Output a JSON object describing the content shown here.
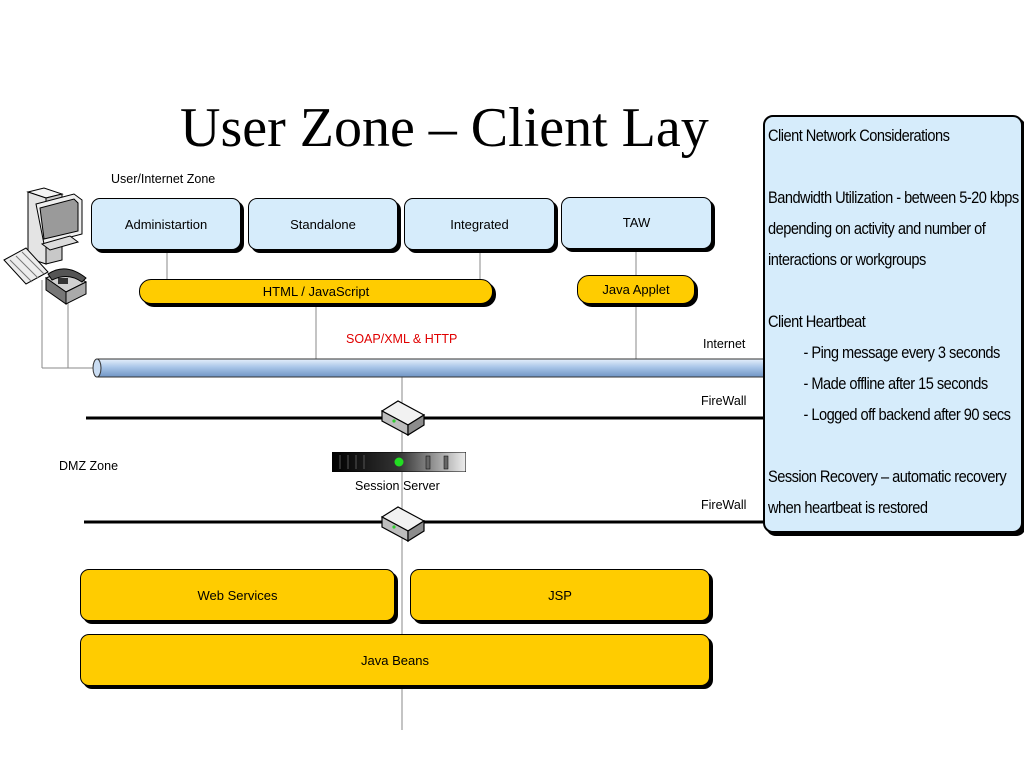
{
  "title": "User Zone – Client Lay",
  "zones": {
    "user": "User/Internet Zone",
    "dmz": "DMZ Zone"
  },
  "client_modules": [
    "Administartion",
    "Standalone",
    "Integrated",
    "TAW"
  ],
  "client_tech": {
    "html_js": "HTML / JavaScript",
    "java_applet": "Java Applet"
  },
  "protocol": "SOAP/XML & HTTP",
  "network": {
    "internet": "Internet",
    "firewall_1": "FireWall",
    "firewall_2": "FireWall",
    "session_server": "Session Server"
  },
  "server_stack": {
    "web_services": "Web Services",
    "jsp": "JSP",
    "java_beans": "Java Beans"
  },
  "callout": {
    "heading": "Client Network Considerations",
    "bandwidth_1": "Bandwidth Utilization - between 5-20 kbps",
    "bandwidth_2": "depending on activity and number of",
    "bandwidth_3": "interactions or workgroups",
    "heartbeat_heading": "Client Heartbeat",
    "heartbeat_items": [
      "- Ping message every 3 seconds",
      "- Made offline after 15 seconds",
      "- Logged off backend after 90 secs"
    ],
    "recovery_1": "Session Recovery – automatic recovery",
    "recovery_2": "when heartbeat is restored"
  },
  "colors": {
    "client_box": "#d6ecfb",
    "server_box": "#ffcc00",
    "protocol_text": "#e00000",
    "internet_pipe": "#a9c6e8",
    "session_led": "#22dd22"
  },
  "icons": [
    "computer-icon",
    "keyboard-icon",
    "telephone-icon",
    "router-icon",
    "server-rack-icon"
  ]
}
